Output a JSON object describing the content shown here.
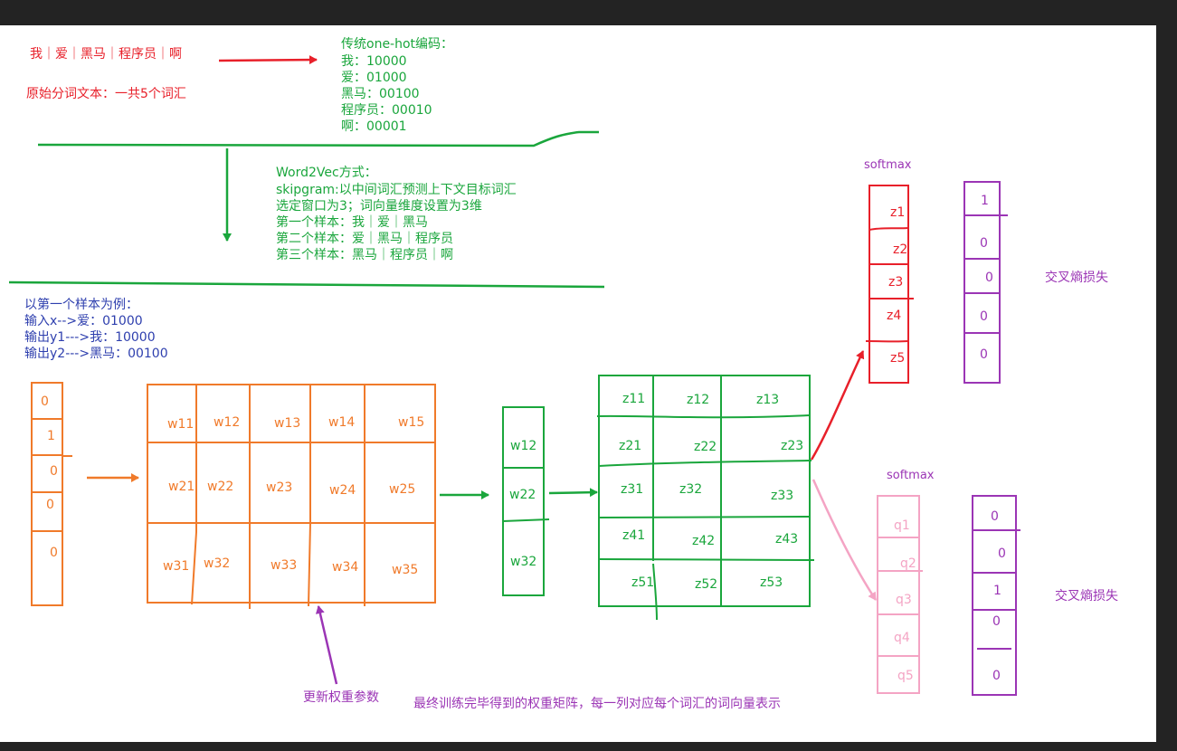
{
  "header": {
    "sentence": "我｜爱｜黑马｜程序员｜啊",
    "caption": "原始分词文本：一共5个词汇"
  },
  "onehot": {
    "title": "传统one-hot编码：",
    "rows": [
      "我：10000",
      "爱：01000",
      "黑马：00100",
      "程序员：00010",
      "啊：00001"
    ]
  },
  "word2vec": {
    "lines": [
      "Word2Vec方式：",
      "skipgram:以中间词汇预测上下文目标词汇",
      "选定窗口为3；词向量维度设置为3维",
      "第一个样本：我｜爱｜黑马",
      "第二个样本：爱｜黑马｜程序员",
      "第三个样本：黑马｜程序员｜啊"
    ]
  },
  "example": {
    "lines": [
      "以第一个样本为例：",
      "输入x-->爱：01000",
      "输出y1--->我：10000",
      "输出y2--->黑马：00100"
    ]
  },
  "input_vector": [
    "0",
    "1",
    "0",
    "0",
    "0"
  ],
  "weight_matrix": [
    [
      "w11",
      "w12",
      "w13",
      "w14",
      "w15"
    ],
    [
      "w21",
      "w22",
      "w23",
      "w24",
      "w25"
    ],
    [
      "w31",
      "w32",
      "w33",
      "w34",
      "w35"
    ]
  ],
  "hidden_vector": [
    "w12",
    "w22",
    "w32"
  ],
  "output_matrix": [
    [
      "z11",
      "z12",
      "z13"
    ],
    [
      "z21",
      "z22",
      "z23"
    ],
    [
      "z31",
      "z32",
      "z33"
    ],
    [
      "z41",
      "z42",
      "z43"
    ],
    [
      "z51",
      "z52",
      "z53"
    ]
  ],
  "softmax_top": {
    "label": "softmax",
    "items": [
      "z1",
      "z2",
      "z3",
      "z4",
      "z5"
    ],
    "target": [
      "1",
      "0",
      "0",
      "0",
      "0"
    ],
    "loss": "交叉熵损失"
  },
  "softmax_bottom": {
    "label": "softmax",
    "items": [
      "q1",
      "q2",
      "q3",
      "q4",
      "q5"
    ],
    "target": [
      "0",
      "0",
      "1",
      "0",
      "0"
    ],
    "loss": "交叉熵损失"
  },
  "notes": {
    "update": "更新权重参数",
    "final": "最终训练完毕得到的权重矩阵，每一列对应每个词汇的词向量表示"
  },
  "colors": {
    "red": "#e8202a",
    "green": "#1aa63c",
    "blue": "#2e3fae",
    "purple": "#9b35b5",
    "orange": "#f07a2a",
    "pink": "#f4a4c4"
  }
}
